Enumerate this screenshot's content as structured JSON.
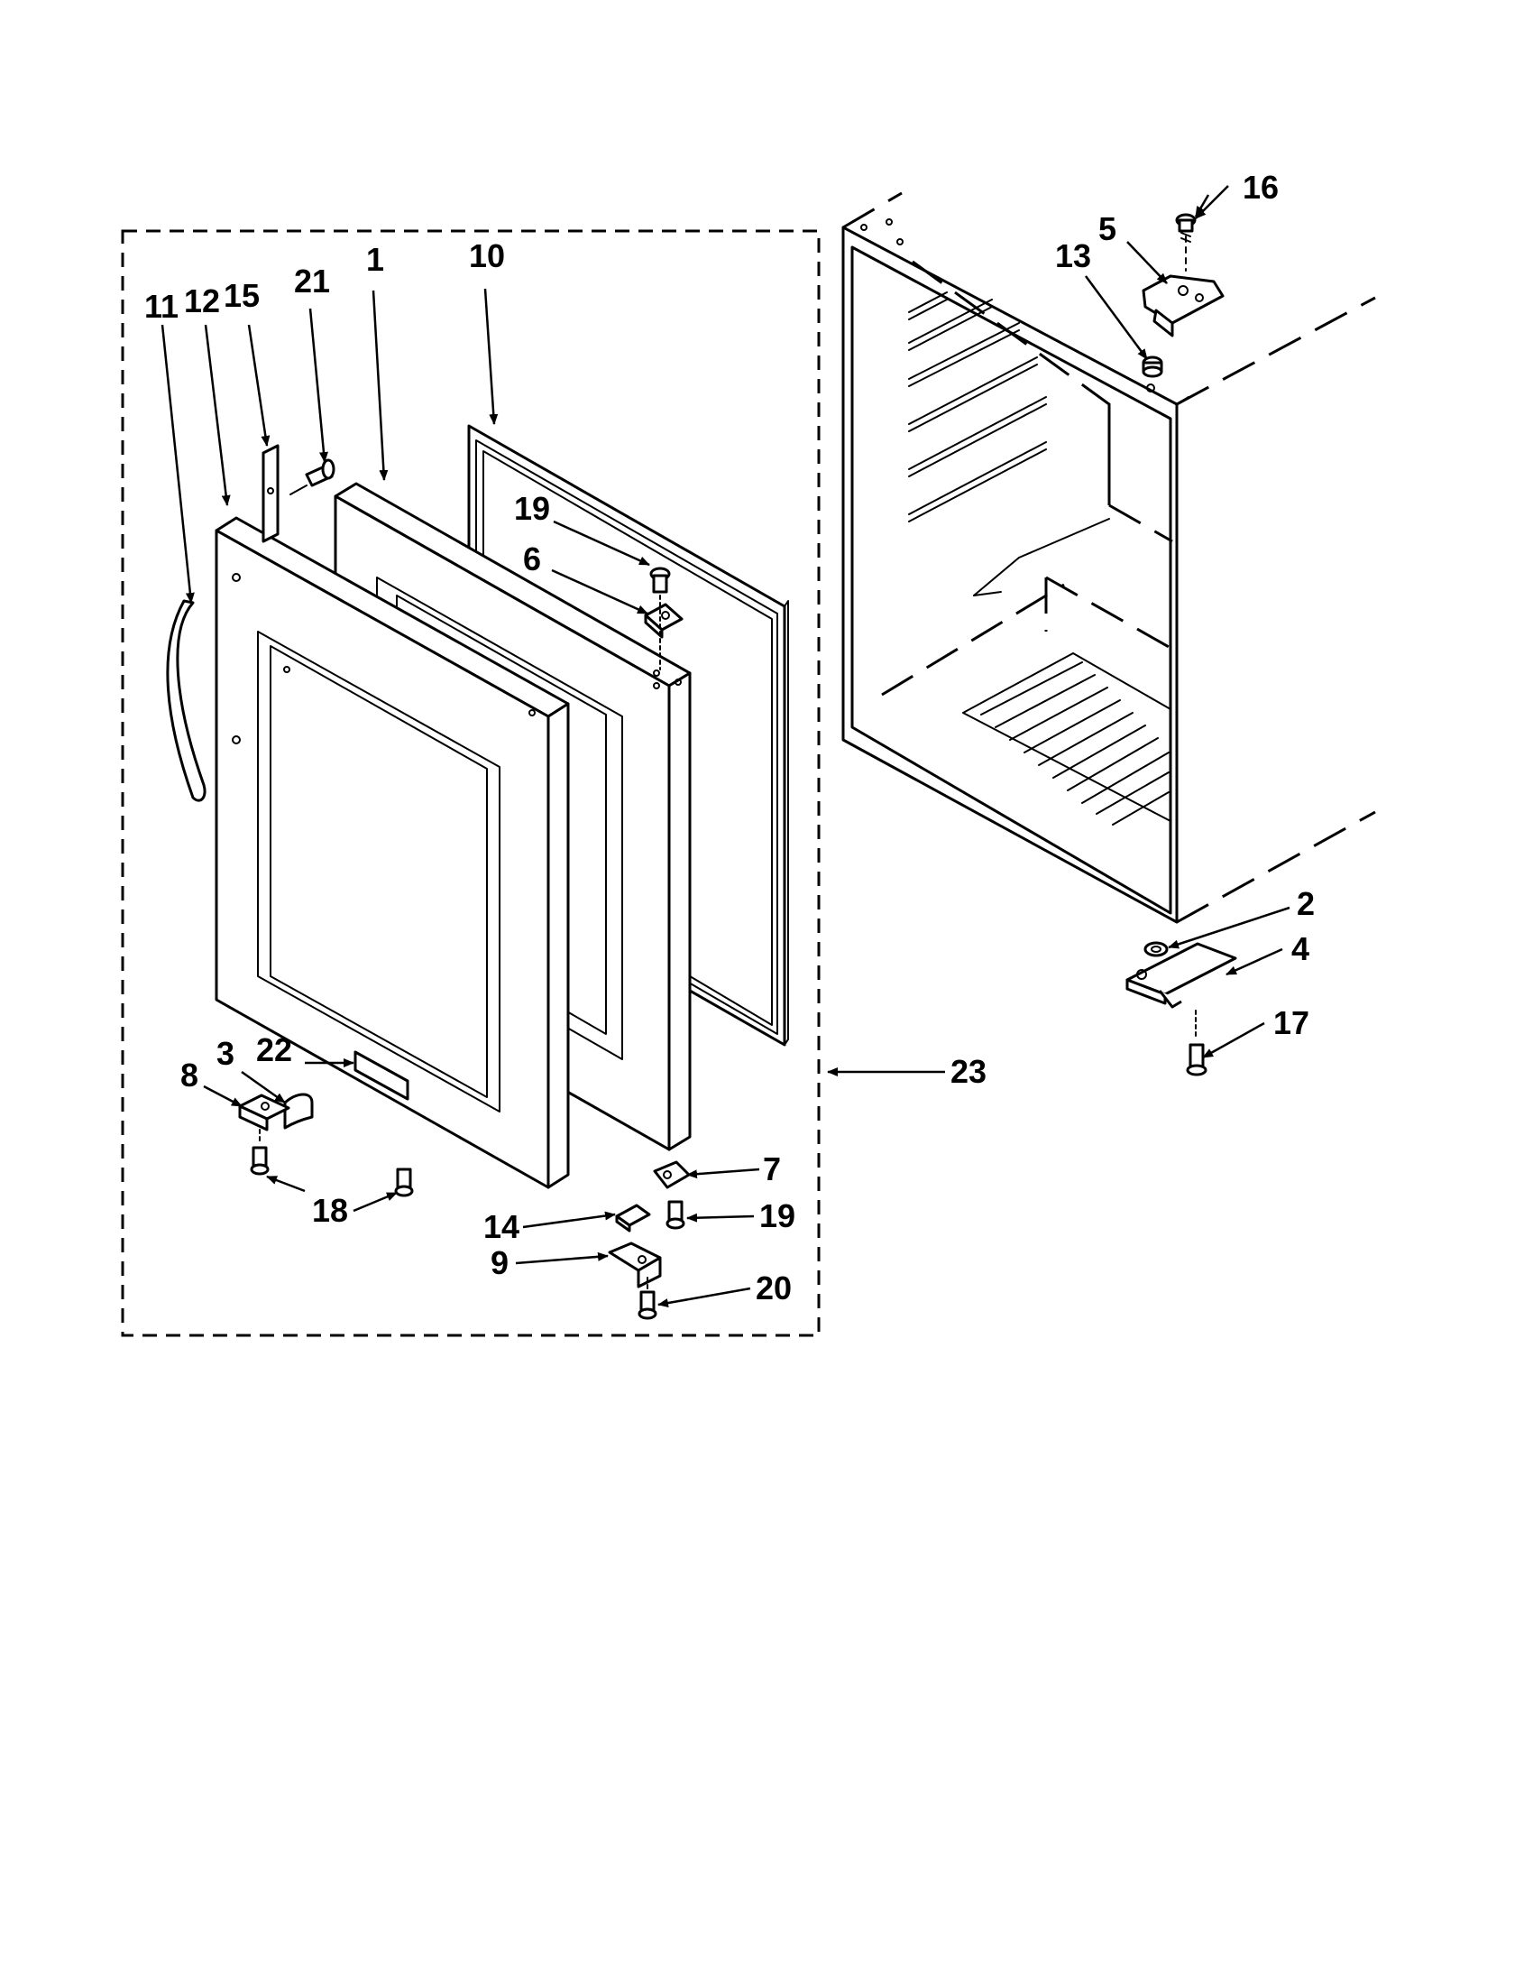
{
  "callouts": [
    {
      "id": "1",
      "label": "1"
    },
    {
      "id": "2",
      "label": "2"
    },
    {
      "id": "3",
      "label": "3"
    },
    {
      "id": "4",
      "label": "4"
    },
    {
      "id": "5",
      "label": "5"
    },
    {
      "id": "6",
      "label": "6"
    },
    {
      "id": "7",
      "label": "7"
    },
    {
      "id": "8",
      "label": "8"
    },
    {
      "id": "9",
      "label": "9"
    },
    {
      "id": "10",
      "label": "10"
    },
    {
      "id": "11",
      "label": "11"
    },
    {
      "id": "12",
      "label": "12"
    },
    {
      "id": "13",
      "label": "13"
    },
    {
      "id": "14",
      "label": "14"
    },
    {
      "id": "15",
      "label": "15"
    },
    {
      "id": "16",
      "label": "16"
    },
    {
      "id": "17",
      "label": "17"
    },
    {
      "id": "18",
      "label": "18"
    },
    {
      "id": "19a",
      "label": "19"
    },
    {
      "id": "19b",
      "label": "19"
    },
    {
      "id": "20",
      "label": "20"
    },
    {
      "id": "21",
      "label": "21"
    },
    {
      "id": "22",
      "label": "22"
    },
    {
      "id": "23",
      "label": "23"
    }
  ]
}
